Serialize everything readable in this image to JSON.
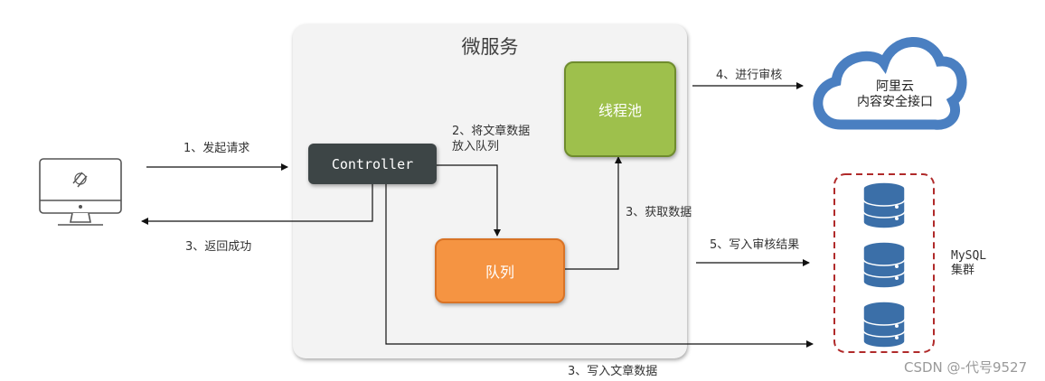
{
  "microservice": {
    "title": "微服务"
  },
  "nodes": {
    "controller": "Controller",
    "thread_pool": "线程池",
    "queue": "队列"
  },
  "edges": {
    "send_request": "1、发起请求",
    "return_success": "3、返回成功",
    "put_queue_line1": "2、将文章数据",
    "put_queue_line2": "放入队列",
    "fetch_data": "3、获取数据",
    "review": "4、进行审核",
    "write_review": "5、写入审核结果",
    "write_article": "3、写入文章数据"
  },
  "aliyun": {
    "line1": "阿里云",
    "line2": "内容安全接口"
  },
  "mysql": {
    "line1": "MySQL",
    "line2": "集群"
  },
  "watermark": "CSDN @-代号9527",
  "colors": {
    "controller": "#3d4546",
    "thread_pool": "#9ec04c",
    "queue": "#f59442",
    "cloud": "#4a7fc1",
    "database": "#3b6fa8",
    "cluster_border": "#b02a2a"
  }
}
